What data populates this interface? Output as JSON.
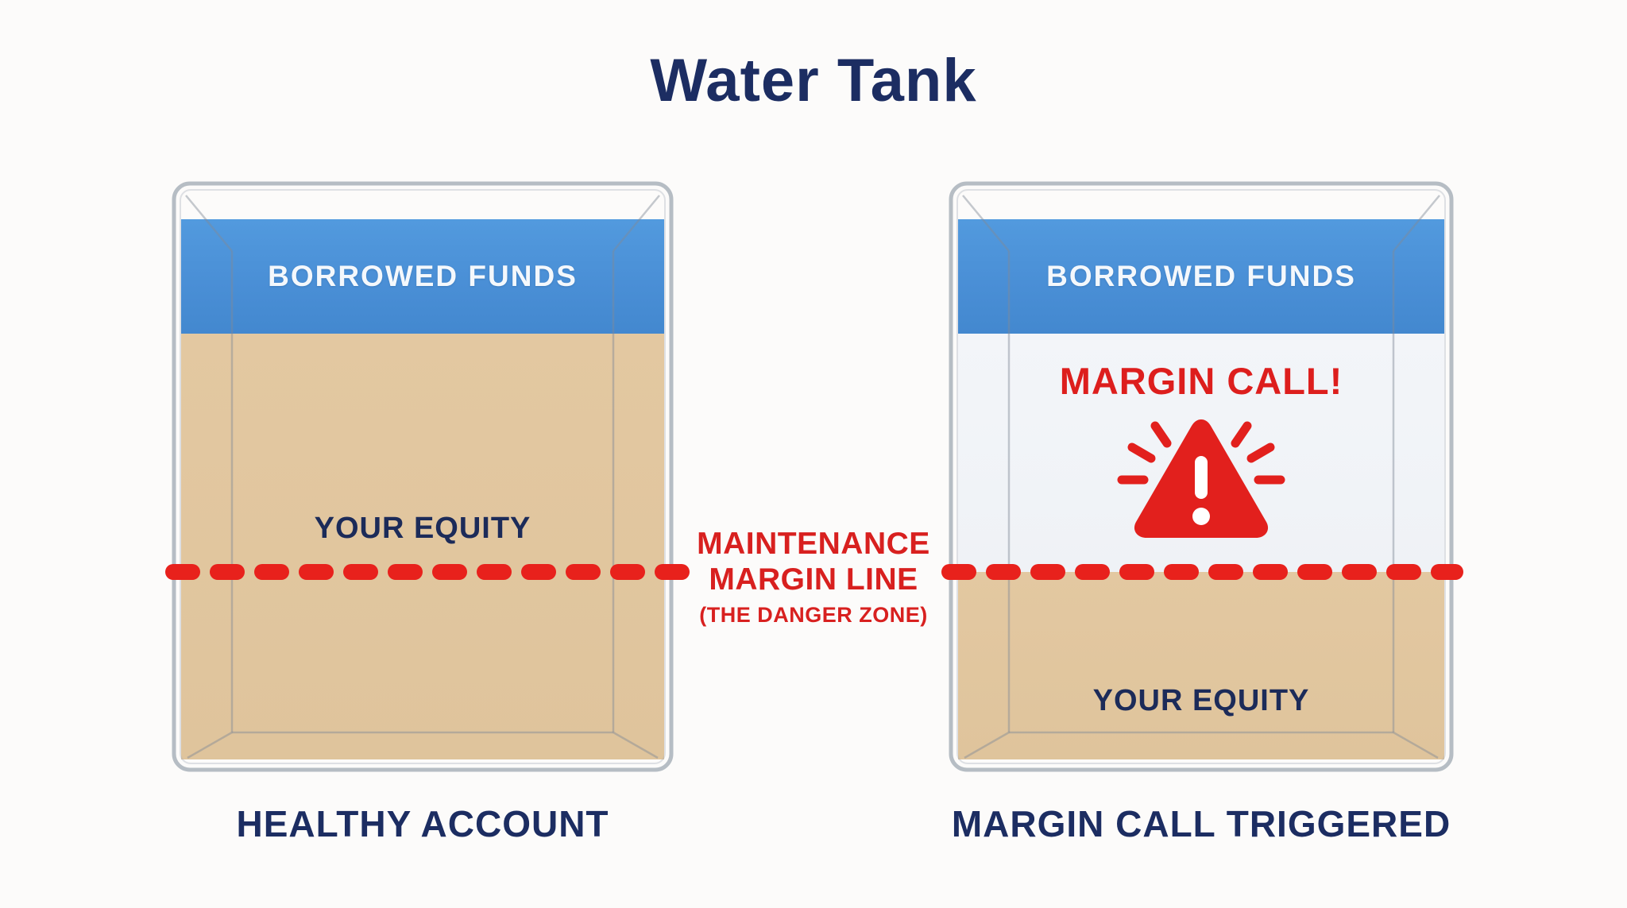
{
  "title": "Water Tank",
  "tanks": [
    {
      "id": "healthy",
      "borrowed_label": "BORROWED FUNDS",
      "equity_label": "YOUR EQUITY",
      "caption": "HEALTHY ACCOUNT"
    },
    {
      "id": "margin-call",
      "borrowed_label": "BORROWED FUNDS",
      "alert_label": "MARGIN CALL!",
      "equity_label": "YOUR EQUITY",
      "caption": "MARGIN CALL TRIGGERED"
    }
  ],
  "margin_line": {
    "line1": "MAINTENANCE",
    "line2": "MARGIN LINE",
    "line3": "(THE DANGER ZONE)"
  },
  "icons": {
    "warning": "warning-triangle-icon",
    "margin_line": "red-dashed-line"
  },
  "colors": {
    "background": "#fcfbfa",
    "navy_text": "#1c2d62",
    "borrowed_blue": "#4a8fd6",
    "equity_tan": "#dfc49c",
    "alert_red": "#e2201d",
    "tank_border_gray": "#b6bdc4",
    "empty_interior": "#f2f4f8"
  }
}
